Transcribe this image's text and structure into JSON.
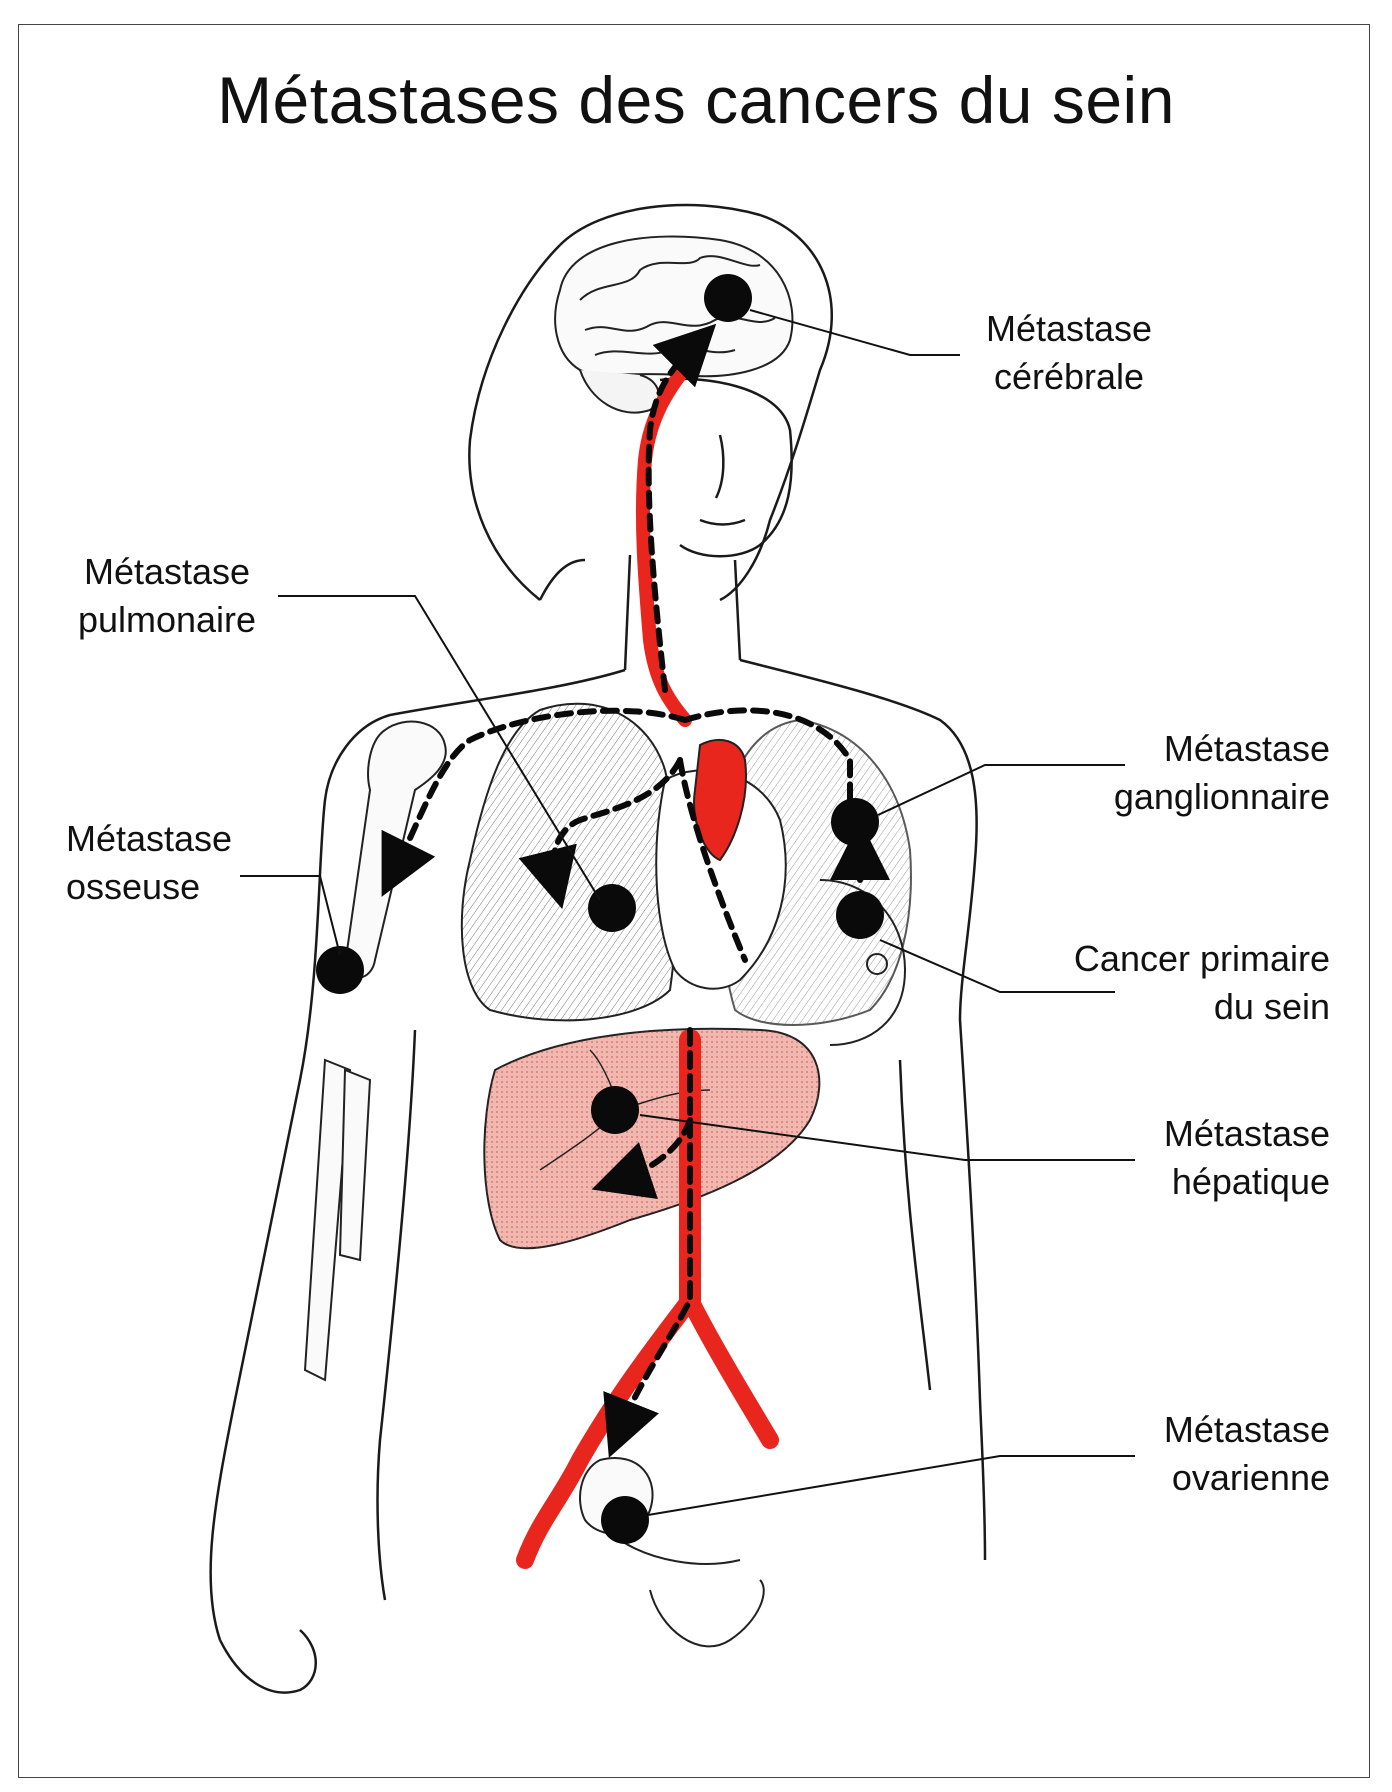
{
  "title": "Métastases des cancers du sein",
  "labels": {
    "cerebrale": {
      "line1": "Métastase",
      "line2": "cérébrale"
    },
    "pulmonaire": {
      "line1": "Métastase",
      "line2": "pulmonaire"
    },
    "ganglionnaire": {
      "line1": "Métastase",
      "line2": "ganglionnaire"
    },
    "osseuse": {
      "line1": "Métastase",
      "line2": "osseuse"
    },
    "primaire": {
      "line1": "Cancer primaire",
      "line2": "du sein"
    },
    "hepatique": {
      "line1": "Métastase",
      "line2": "hépatique"
    },
    "ovarienne": {
      "line1": "Métastase",
      "line2": "ovarienne"
    }
  },
  "colors": {
    "artery": "#e8261e",
    "liver": "#f2b8b0",
    "node": "#0a0a0a",
    "outline": "#1a1a1a"
  }
}
